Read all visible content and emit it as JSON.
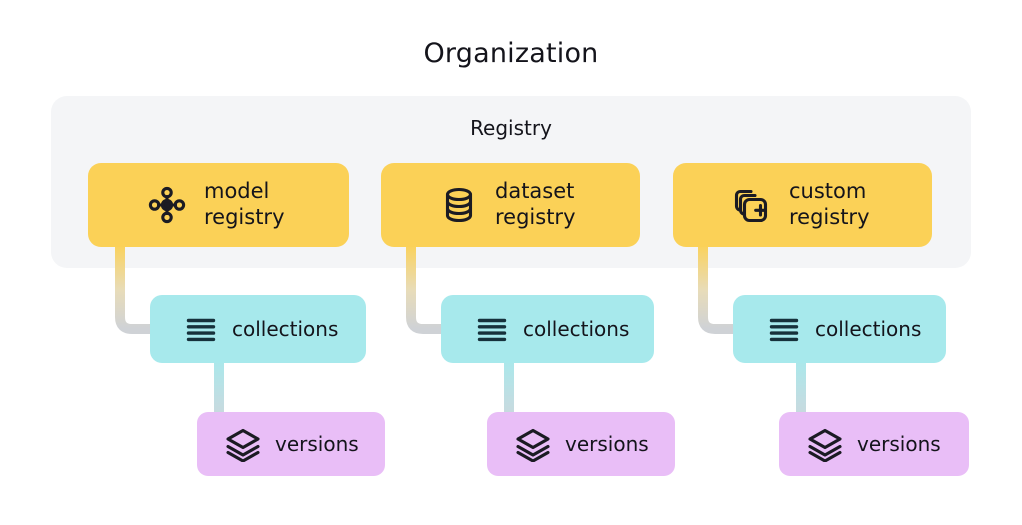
{
  "title": "Organization",
  "panel": {
    "title": "Registry"
  },
  "colors": {
    "registry_box": "#FBD157",
    "collections_box": "#A7E9EC",
    "versions_box": "#E9BEF7",
    "panel_background": "#F4F5F7",
    "page_background": "#FFFFFF",
    "text": "#14141B",
    "icon_stroke": "#1B1B23",
    "connector_gray": "#CFD2D6"
  },
  "columns": [
    {
      "registry": {
        "label": "model\nregistry",
        "icon": "node-graph-icon"
      },
      "collections": {
        "label": "collections",
        "icon": "list-lines-icon"
      },
      "versions": {
        "label": "versions",
        "icon": "layers-stack-icon"
      }
    },
    {
      "registry": {
        "label": "dataset\nregistry",
        "icon": "database-cylinder-icon"
      },
      "collections": {
        "label": "collections",
        "icon": "list-lines-icon"
      },
      "versions": {
        "label": "versions",
        "icon": "layers-stack-icon"
      }
    },
    {
      "registry": {
        "label": "custom\nregistry",
        "icon": "stacked-squares-plus-icon"
      },
      "collections": {
        "label": "collections",
        "icon": "list-lines-icon"
      },
      "versions": {
        "label": "versions",
        "icon": "layers-stack-icon"
      }
    }
  ]
}
